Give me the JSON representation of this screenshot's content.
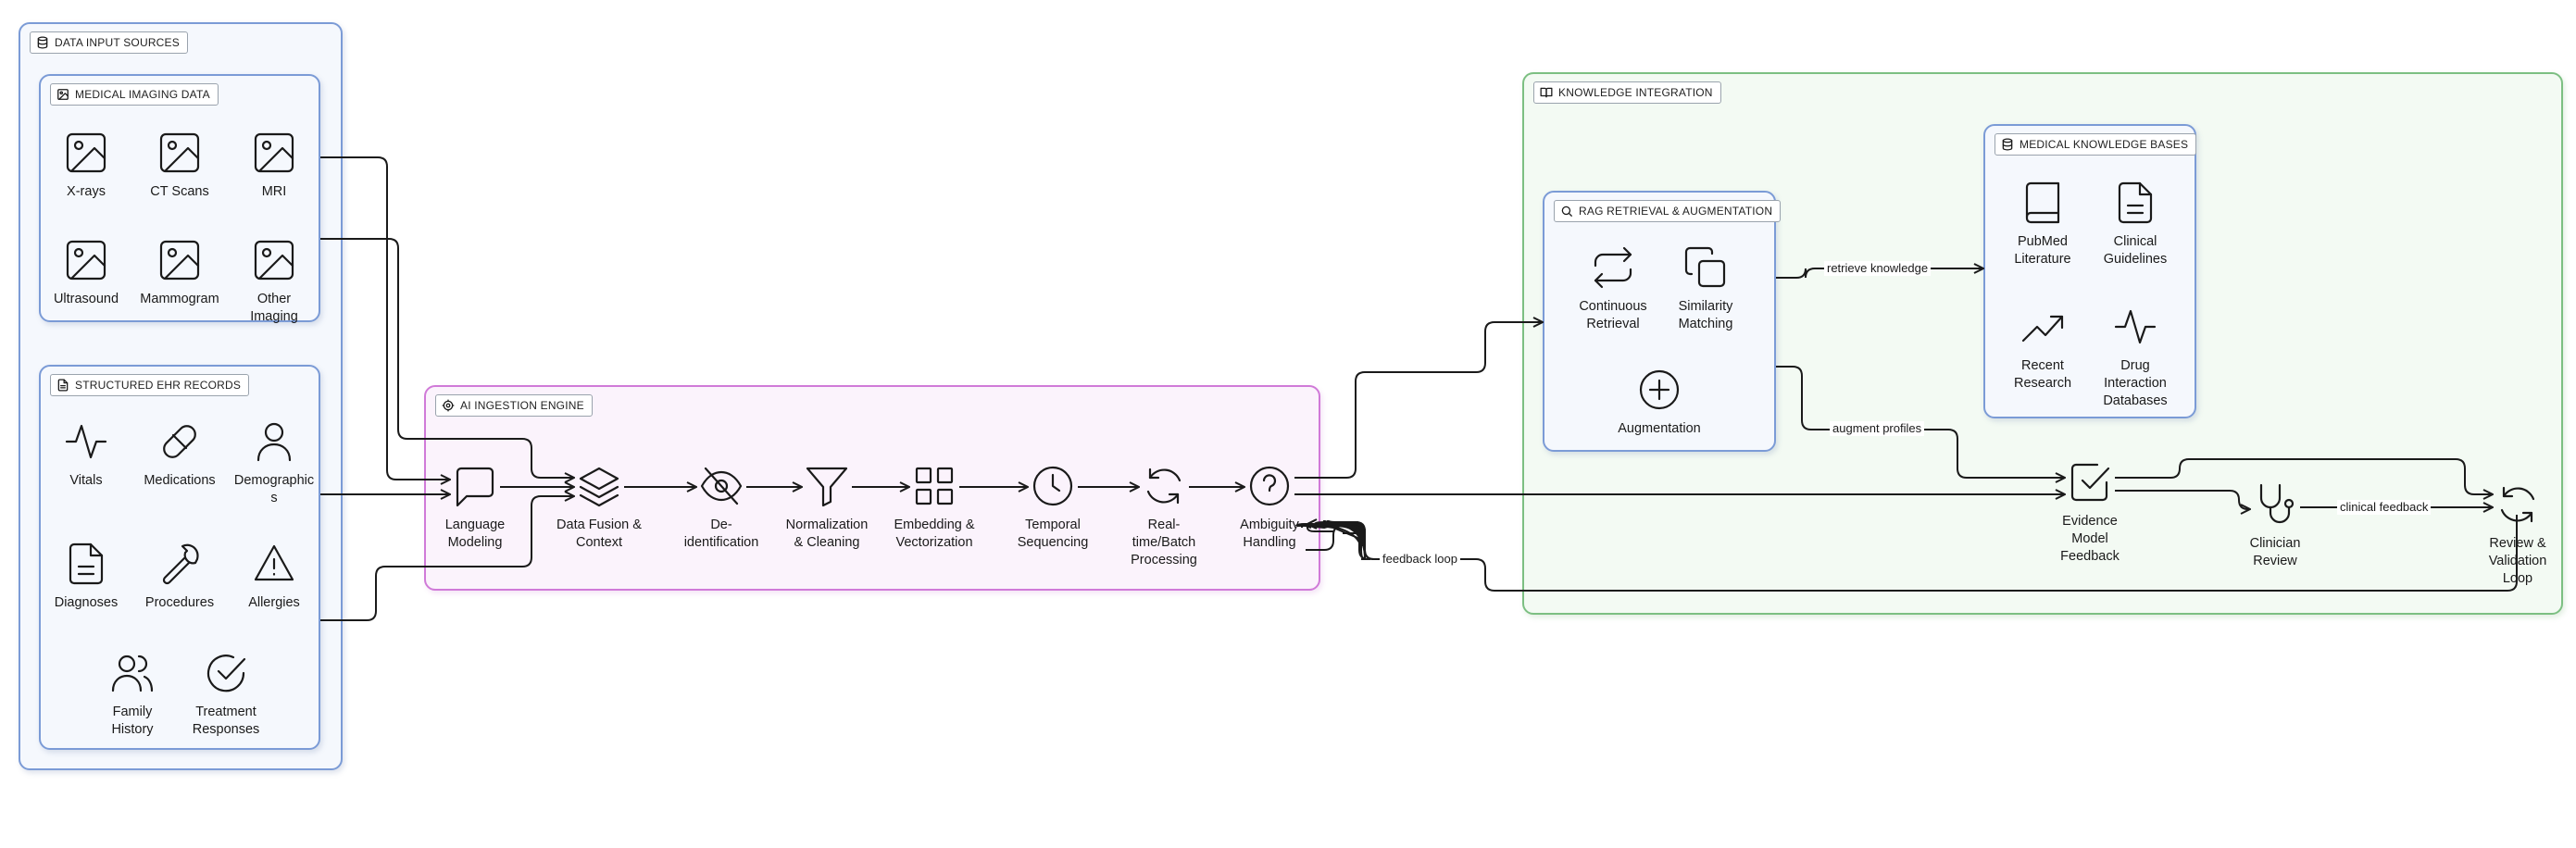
{
  "groups": {
    "data_input": "DATA INPUT SOURCES",
    "imaging": "MEDICAL IMAGING DATA",
    "ehr": "STRUCTURED EHR RECORDS",
    "engine": "AI INGESTION ENGINE",
    "knowledge": "KNOWLEDGE INTEGRATION",
    "rag": "RAG RETRIEVAL & AUGMENTATION",
    "kb": "MEDICAL KNOWLEDGE BASES"
  },
  "nodes": {
    "xrays": "X-rays",
    "ct": "CT Scans",
    "mri": "MRI",
    "ultrasound": "Ultrasound",
    "mammogram": "Mammogram",
    "other_imaging": "Other\nImaging",
    "vitals": "Vitals",
    "medications": "Medications",
    "demographics": "Demographic\ns",
    "diagnoses": "Diagnoses",
    "procedures": "Procedures",
    "allergies": "Allergies",
    "family_history": "Family\nHistory",
    "treatment_responses": "Treatment\nResponses",
    "language_modeling": "Language\nModeling",
    "data_fusion": "Data Fusion &\nContext",
    "deidentification": "De-\nidentification",
    "normalization": "Normalization\n& Cleaning",
    "embedding": "Embedding &\nVectorization",
    "temporal": "Temporal\nSequencing",
    "realtime": "Real-\ntime/Batch\nProcessing",
    "ambiguity": "Ambiguity\nHandling",
    "continuous_retrieval": "Continuous\nRetrieval",
    "similarity": "Similarity\nMatching",
    "augmentation": "Augmentation",
    "pubmed": "PubMed\nLiterature",
    "guidelines": "Clinical\nGuidelines",
    "recent_research": "Recent\nResearch",
    "drug_db": "Drug\nInteraction\nDatabases",
    "evidence_feedback": "Evidence\nModel\nFeedback",
    "clinician_review": "Clinician\nReview",
    "review_loop": "Review &\nValidation\nLoop"
  },
  "edge_labels": {
    "retrieve": "retrieve knowledge",
    "augment": "augment profiles",
    "clinical": "clinical feedback",
    "feedback": "feedback loop"
  },
  "icons": [
    "database-icon",
    "image-icon",
    "file-icon",
    "cpu-icon",
    "book-icon",
    "search-icon",
    "activity-icon",
    "pill-icon",
    "user-icon",
    "wrench-icon",
    "alert-triangle-icon",
    "users-icon",
    "check-circle-icon",
    "message-square-icon",
    "layers-icon",
    "eye-off-icon",
    "filter-icon",
    "grid-icon",
    "clock-icon",
    "refresh-icon",
    "help-circle-icon",
    "repeat-icon",
    "copy-icon",
    "plus-circle-icon",
    "trending-up-icon",
    "check-square-icon",
    "stethoscope-icon"
  ],
  "colors": {
    "blue_group": "#7b9bd6",
    "pink_group": "#d07ad8",
    "green_group": "#7cbf82"
  }
}
